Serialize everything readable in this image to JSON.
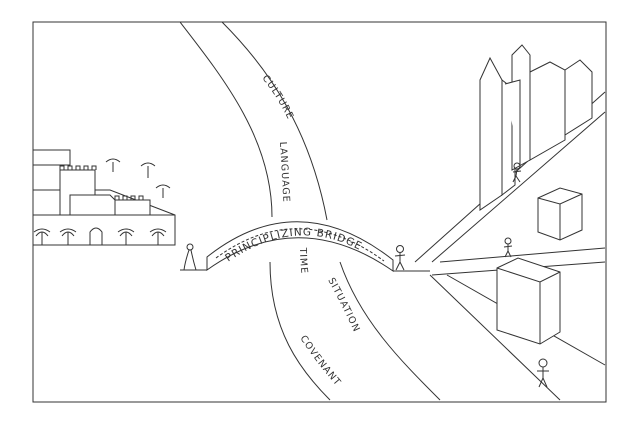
{
  "labels": {
    "upper_river": [
      "CULTURE",
      "LANGUAGE"
    ],
    "bridge": "PRINCIPLIZING BRIDGE",
    "lower_river": [
      "TIME",
      "SITUATION",
      "COVENANT"
    ]
  },
  "colors": {
    "line": "#333333",
    "background": "#ffffff"
  }
}
